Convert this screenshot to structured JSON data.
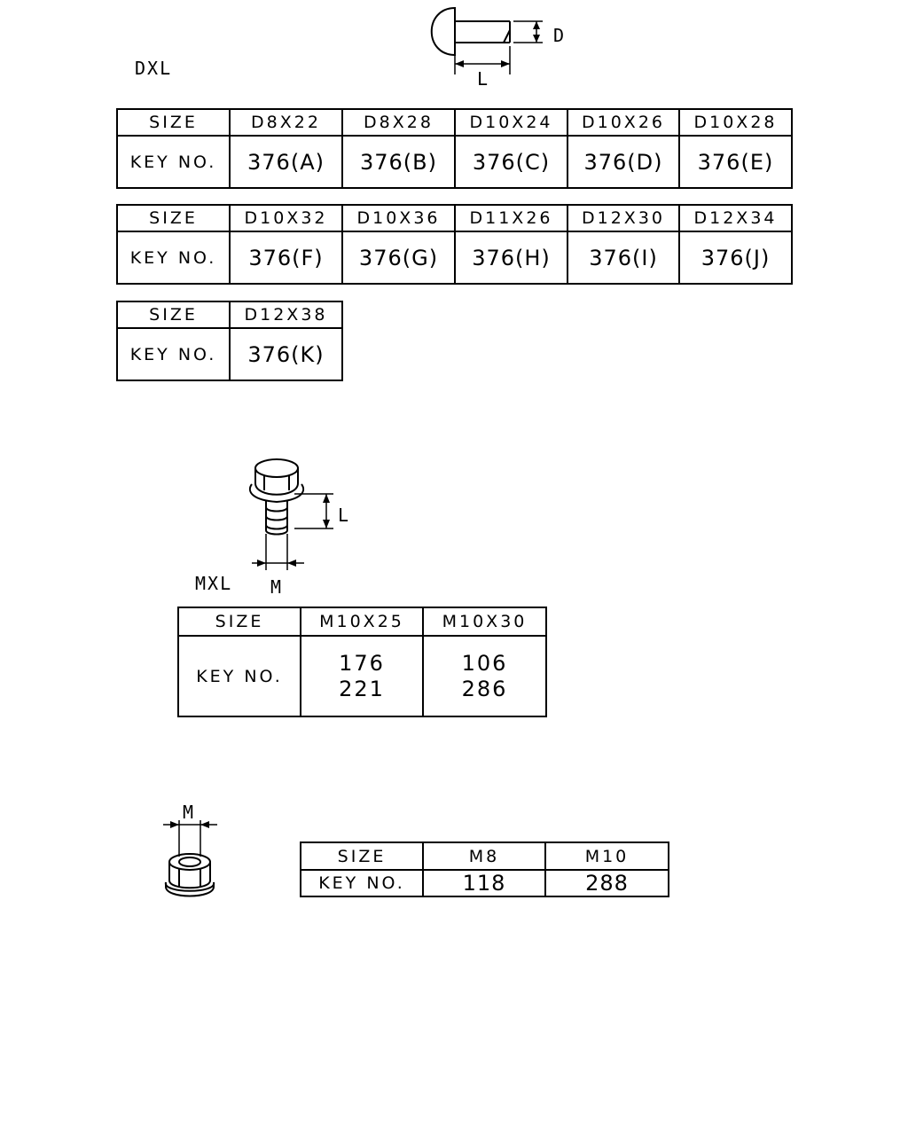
{
  "rivet": {
    "caption": "DXL",
    "dim_d": "D",
    "dim_l": "L",
    "tables": [
      {
        "size_label": "SIZE",
        "key_label": "KEY NO.",
        "cols": [
          {
            "size": "D8X22",
            "key": "376(A)"
          },
          {
            "size": "D8X28",
            "key": "376(B)"
          },
          {
            "size": "D10X24",
            "key": "376(C)"
          },
          {
            "size": "D10X26",
            "key": "376(D)"
          },
          {
            "size": "D10X28",
            "key": "376(E)"
          }
        ]
      },
      {
        "size_label": "SIZE",
        "key_label": "KEY NO.",
        "cols": [
          {
            "size": "D10X32",
            "key": "376(F)"
          },
          {
            "size": "D10X36",
            "key": "376(G)"
          },
          {
            "size": "D11X26",
            "key": "376(H)"
          },
          {
            "size": "D12X30",
            "key": "376(I)"
          },
          {
            "size": "D12X34",
            "key": "376(J)"
          }
        ]
      },
      {
        "size_label": "SIZE",
        "key_label": "KEY NO.",
        "cols": [
          {
            "size": "D12X38",
            "key": "376(K)"
          }
        ]
      }
    ]
  },
  "bolt": {
    "caption": "MXL",
    "dim_m": "M",
    "dim_l": "L",
    "table": {
      "size_label": "SIZE",
      "key_label": "KEY NO.",
      "cols": [
        {
          "size": "M10X25",
          "key_1": "176",
          "key_2": "221"
        },
        {
          "size": "M10X30",
          "key_1": "106",
          "key_2": "286"
        }
      ]
    }
  },
  "nut": {
    "dim_m": "M",
    "table": {
      "size_label": "SIZE",
      "key_label": "KEY NO.",
      "cols": [
        {
          "size": "M8",
          "key": "118"
        },
        {
          "size": "M10",
          "key": "288"
        }
      ]
    }
  }
}
